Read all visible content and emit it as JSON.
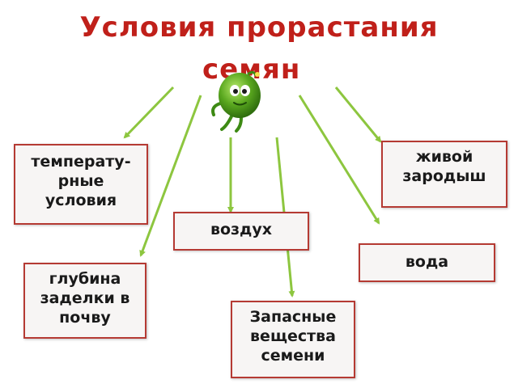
{
  "title": {
    "line1": "Условия прорастания",
    "line2": "семян"
  },
  "boxes": {
    "temperature": "температу­рные условия",
    "embryo": "живой зароды­ш",
    "air": "воздух",
    "water": "вода",
    "depth": "глубина заделк­и в почву",
    "reserves": "Запасные вещест­ва семени"
  },
  "colors": {
    "title": "#c0201a",
    "box_border": "#b53a33",
    "arrow": "#8dc63f",
    "seed": "#4a9a1a"
  },
  "icons": {
    "seed": "cartoon-seed-character-icon"
  }
}
